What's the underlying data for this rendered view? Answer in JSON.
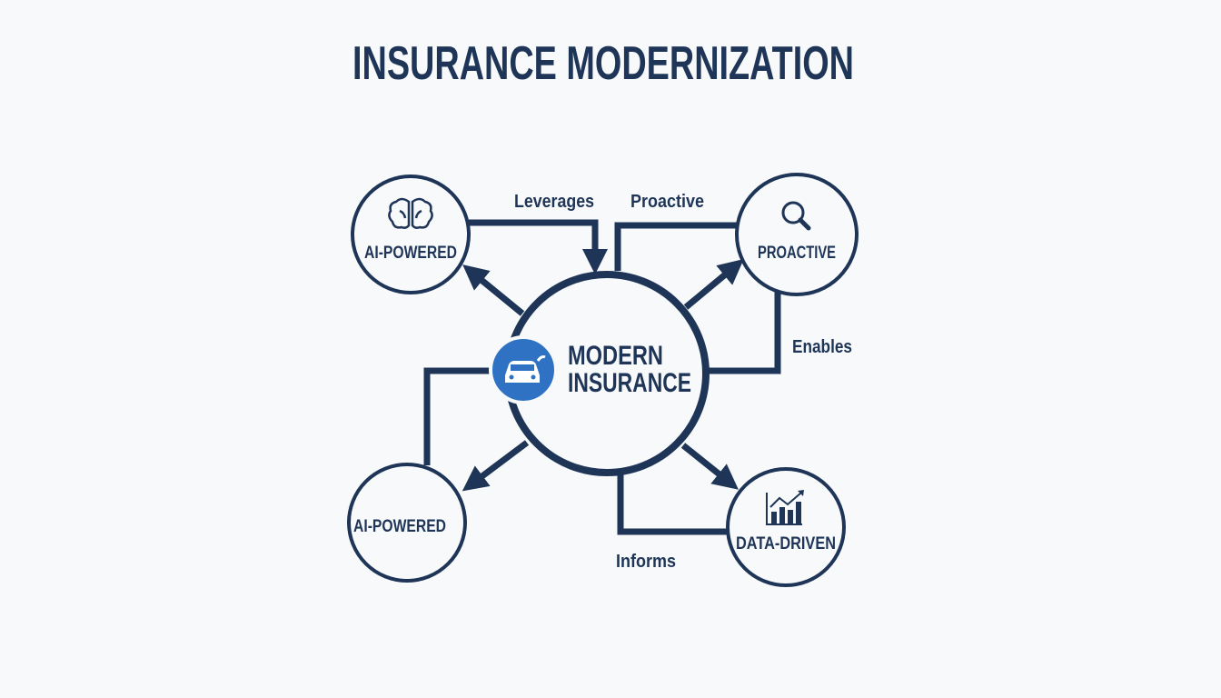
{
  "title": "INSURANCE MODERNIZATION",
  "colors": {
    "navy": "#1f3557",
    "accent": "#2f72c4",
    "background": "#f7f9fb"
  },
  "center": {
    "line1": "MODERN",
    "line2": "INSURANCE",
    "icon": "car-plug-icon"
  },
  "nodes": [
    {
      "label": "AI-POWERED",
      "icon": "brain-icon"
    },
    {
      "label": "PROACTIVE",
      "icon": "magnifier-icon"
    },
    {
      "label": "AI-POWERED",
      "icon": ""
    },
    {
      "label": "DATA-DRIVEN",
      "icon": "bar-chart-icon"
    }
  ],
  "edge_labels": {
    "leverages": "Leverages",
    "proactive": "Proactive",
    "enables": "Enables",
    "informs": "Informs"
  }
}
